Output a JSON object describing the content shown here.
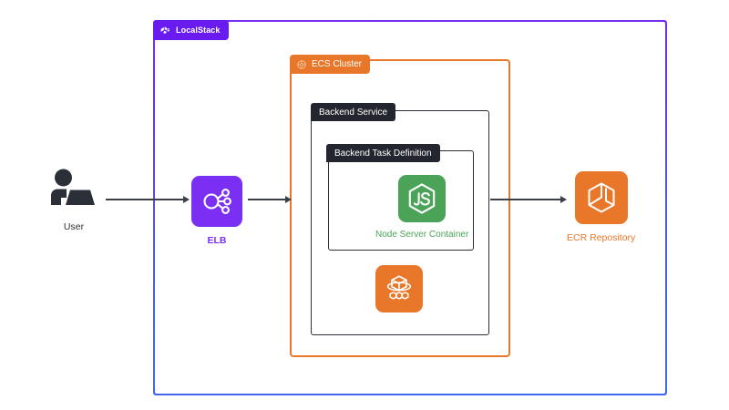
{
  "diagram": {
    "background_color": "#ffffff",
    "boundary": {
      "name": "LocalStack",
      "badge_label": "LocalStack",
      "badge_color": "#6a1bf0",
      "border_gradient_from": "#7b2ff2",
      "border_gradient_to": "#4069ef",
      "icon": "localstack-logo-icon"
    },
    "groups": [
      {
        "id": "ecs-cluster",
        "label": "ECS Cluster",
        "badge_color": "#e8772a",
        "border_color": "#e8772a",
        "icon": "ecs-cluster-icon"
      },
      {
        "id": "backend-service",
        "label": "Backend Service",
        "badge_color": "#23262e",
        "border_color": "#2b2f38"
      },
      {
        "id": "backend-task-definition",
        "label": "Backend Task Definition",
        "badge_color": "#23262e",
        "border_color": "#2b2f38"
      }
    ],
    "nodes": [
      {
        "id": "user",
        "label": "User",
        "icon": "user-at-laptop-icon",
        "icon_color": "#2b2f38",
        "label_color": "#2b2f38"
      },
      {
        "id": "elb",
        "label": "ELB",
        "icon": "elastic-load-balancer-icon",
        "icon_bg": "#7b2ff2",
        "label_color": "#7b2ff2"
      },
      {
        "id": "node-server-container",
        "label": "Node Server Container",
        "icon": "nodejs-icon",
        "icon_bg": "#4ba357",
        "label_color": "#4ba357"
      },
      {
        "id": "ecs-task-container",
        "label": "",
        "icon": "ecs-container-icon",
        "icon_bg": "#e8772a"
      },
      {
        "id": "ecr-repository",
        "label": "ECR Repository",
        "icon": "ecr-repository-icon",
        "icon_bg": "#e8772a",
        "label_color": "#e8772a"
      }
    ],
    "connections": [
      {
        "id": "user-to-elb",
        "from": "user",
        "to": "elb",
        "color": "#3a3f48"
      },
      {
        "id": "elb-to-ecs-cluster",
        "from": "elb",
        "to": "ecs-cluster",
        "color": "#3a3f48"
      },
      {
        "id": "backend-service-to-ecr",
        "from": "backend-service",
        "to": "ecr-repository",
        "color": "#3a3f48"
      }
    ]
  }
}
